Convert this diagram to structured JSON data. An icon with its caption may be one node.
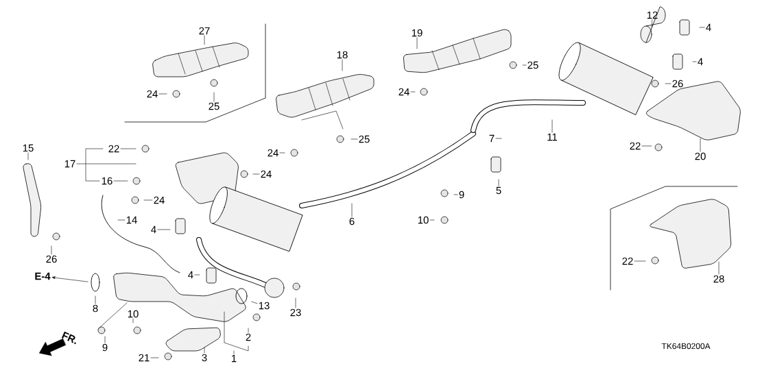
{
  "diagram": {
    "nodes": [
      {
        "text": [
          "27"
        ]
      },
      {
        "text": [
          "24"
        ]
      },
      {
        "text": [
          "25"
        ]
      },
      {
        "text": [
          "18"
        ]
      },
      {
        "text": [
          "12"
        ]
      },
      {
        "text": [
          "4"
        ]
      },
      {
        "text": [
          "19"
        ]
      },
      {
        "text": [
          "25"
        ]
      },
      {
        "text": [
          "4"
        ]
      },
      {
        "text": [
          "24"
        ]
      },
      {
        "text": [
          "26"
        ]
      },
      {
        "text": [
          "25"
        ]
      },
      {
        "text": [
          "24"
        ]
      },
      {
        "text": [
          "11"
        ]
      },
      {
        "text": [
          "7"
        ]
      },
      {
        "text": [
          "22"
        ]
      },
      {
        "text": [
          "15"
        ]
      },
      {
        "text": [
          "22"
        ]
      },
      {
        "text": [
          "20"
        ]
      },
      {
        "text": [
          "17"
        ]
      },
      {
        "text": [
          "24"
        ]
      },
      {
        "text": [
          "16"
        ]
      },
      {
        "text": [
          "5"
        ]
      },
      {
        "text": [
          "24"
        ]
      },
      {
        "text": [
          "9"
        ]
      },
      {
        "text": [
          "6"
        ]
      },
      {
        "text": [
          "14"
        ]
      },
      {
        "text": [
          "10"
        ]
      },
      {
        "text": [
          "4"
        ]
      },
      {
        "text": [
          "26"
        ]
      },
      {
        "text": [
          "4"
        ]
      },
      {
        "text": [
          "E-4"
        ]
      },
      {
        "text": [
          "8"
        ]
      },
      {
        "text": [
          "13"
        ]
      },
      {
        "text": [
          "23"
        ]
      },
      {
        "text": [
          "10"
        ]
      },
      {
        "text": [
          "9"
        ]
      },
      {
        "text": [
          "2"
        ]
      },
      {
        "text": [
          "22"
        ]
      },
      {
        "text": [
          "21"
        ]
      },
      {
        "text": [
          "3"
        ]
      },
      {
        "text": [
          "1"
        ]
      },
      {
        "text": [
          "28"
        ]
      }
    ],
    "edges": [
      {
        "from": 0,
        "to": null,
        "arrow": "none"
      },
      {
        "from": 1,
        "to": null,
        "arrow": "none"
      },
      {
        "from": 2,
        "to": null,
        "arrow": "none"
      },
      {
        "from": 3,
        "to": null,
        "arrow": "none"
      },
      {
        "from": 4,
        "to": null,
        "arrow": "none"
      },
      {
        "from": 5,
        "to": null,
        "arrow": "none"
      },
      {
        "from": 6,
        "to": null,
        "arrow": "none"
      },
      {
        "from": 7,
        "to": null,
        "arrow": "none"
      },
      {
        "from": 8,
        "to": null,
        "arrow": "none"
      },
      {
        "from": 9,
        "to": null,
        "arrow": "none"
      },
      {
        "from": 10,
        "to": null,
        "arrow": "none"
      },
      {
        "from": 11,
        "to": null,
        "arrow": "none"
      },
      {
        "from": 12,
        "to": null,
        "arrow": "none"
      },
      {
        "from": 13,
        "to": null,
        "arrow": "none"
      },
      {
        "from": 14,
        "to": null,
        "arrow": "none"
      },
      {
        "from": 15,
        "to": null,
        "arrow": "none"
      },
      {
        "from": 16,
        "to": null,
        "arrow": "none"
      },
      {
        "from": 17,
        "to": null,
        "arrow": "none"
      },
      {
        "from": 18,
        "to": null,
        "arrow": "none"
      },
      {
        "from": 19,
        "to": null,
        "arrow": "none"
      },
      {
        "from": 20,
        "to": null,
        "arrow": "none"
      },
      {
        "from": 21,
        "to": null,
        "arrow": "none"
      },
      {
        "from": 22,
        "to": null,
        "arrow": "none"
      },
      {
        "from": 23,
        "to": null,
        "arrow": "none"
      },
      {
        "from": 24,
        "to": null,
        "arrow": "none"
      },
      {
        "from": 25,
        "to": null,
        "arrow": "none"
      },
      {
        "from": 26,
        "to": null,
        "arrow": "none"
      },
      {
        "from": 27,
        "to": null,
        "arrow": "none"
      },
      {
        "from": 28,
        "to": null,
        "arrow": "none"
      },
      {
        "from": 29,
        "to": null,
        "arrow": "none"
      },
      {
        "from": 30,
        "to": null,
        "arrow": "none"
      },
      {
        "from": null,
        "to": 31,
        "arrow": "to"
      },
      {
        "from": 32,
        "to": null,
        "arrow": "none"
      },
      {
        "from": 33,
        "to": null,
        "arrow": "none"
      },
      {
        "from": 34,
        "to": null,
        "arrow": "none"
      },
      {
        "from": 35,
        "to": null,
        "arrow": "none"
      },
      {
        "from": 36,
        "to": null,
        "arrow": "none"
      },
      {
        "from": 37,
        "to": null,
        "arrow": "none"
      },
      {
        "from": 38,
        "to": null,
        "arrow": "none"
      },
      {
        "from": 39,
        "to": null,
        "arrow": "none"
      },
      {
        "from": 40,
        "to": null,
        "arrow": "none"
      },
      {
        "from": 41,
        "to": null,
        "arrow": "none"
      },
      {
        "from": 42,
        "to": null,
        "arrow": "none"
      }
    ],
    "labels": [
      "FR.",
      "TK64B0200A"
    ]
  }
}
